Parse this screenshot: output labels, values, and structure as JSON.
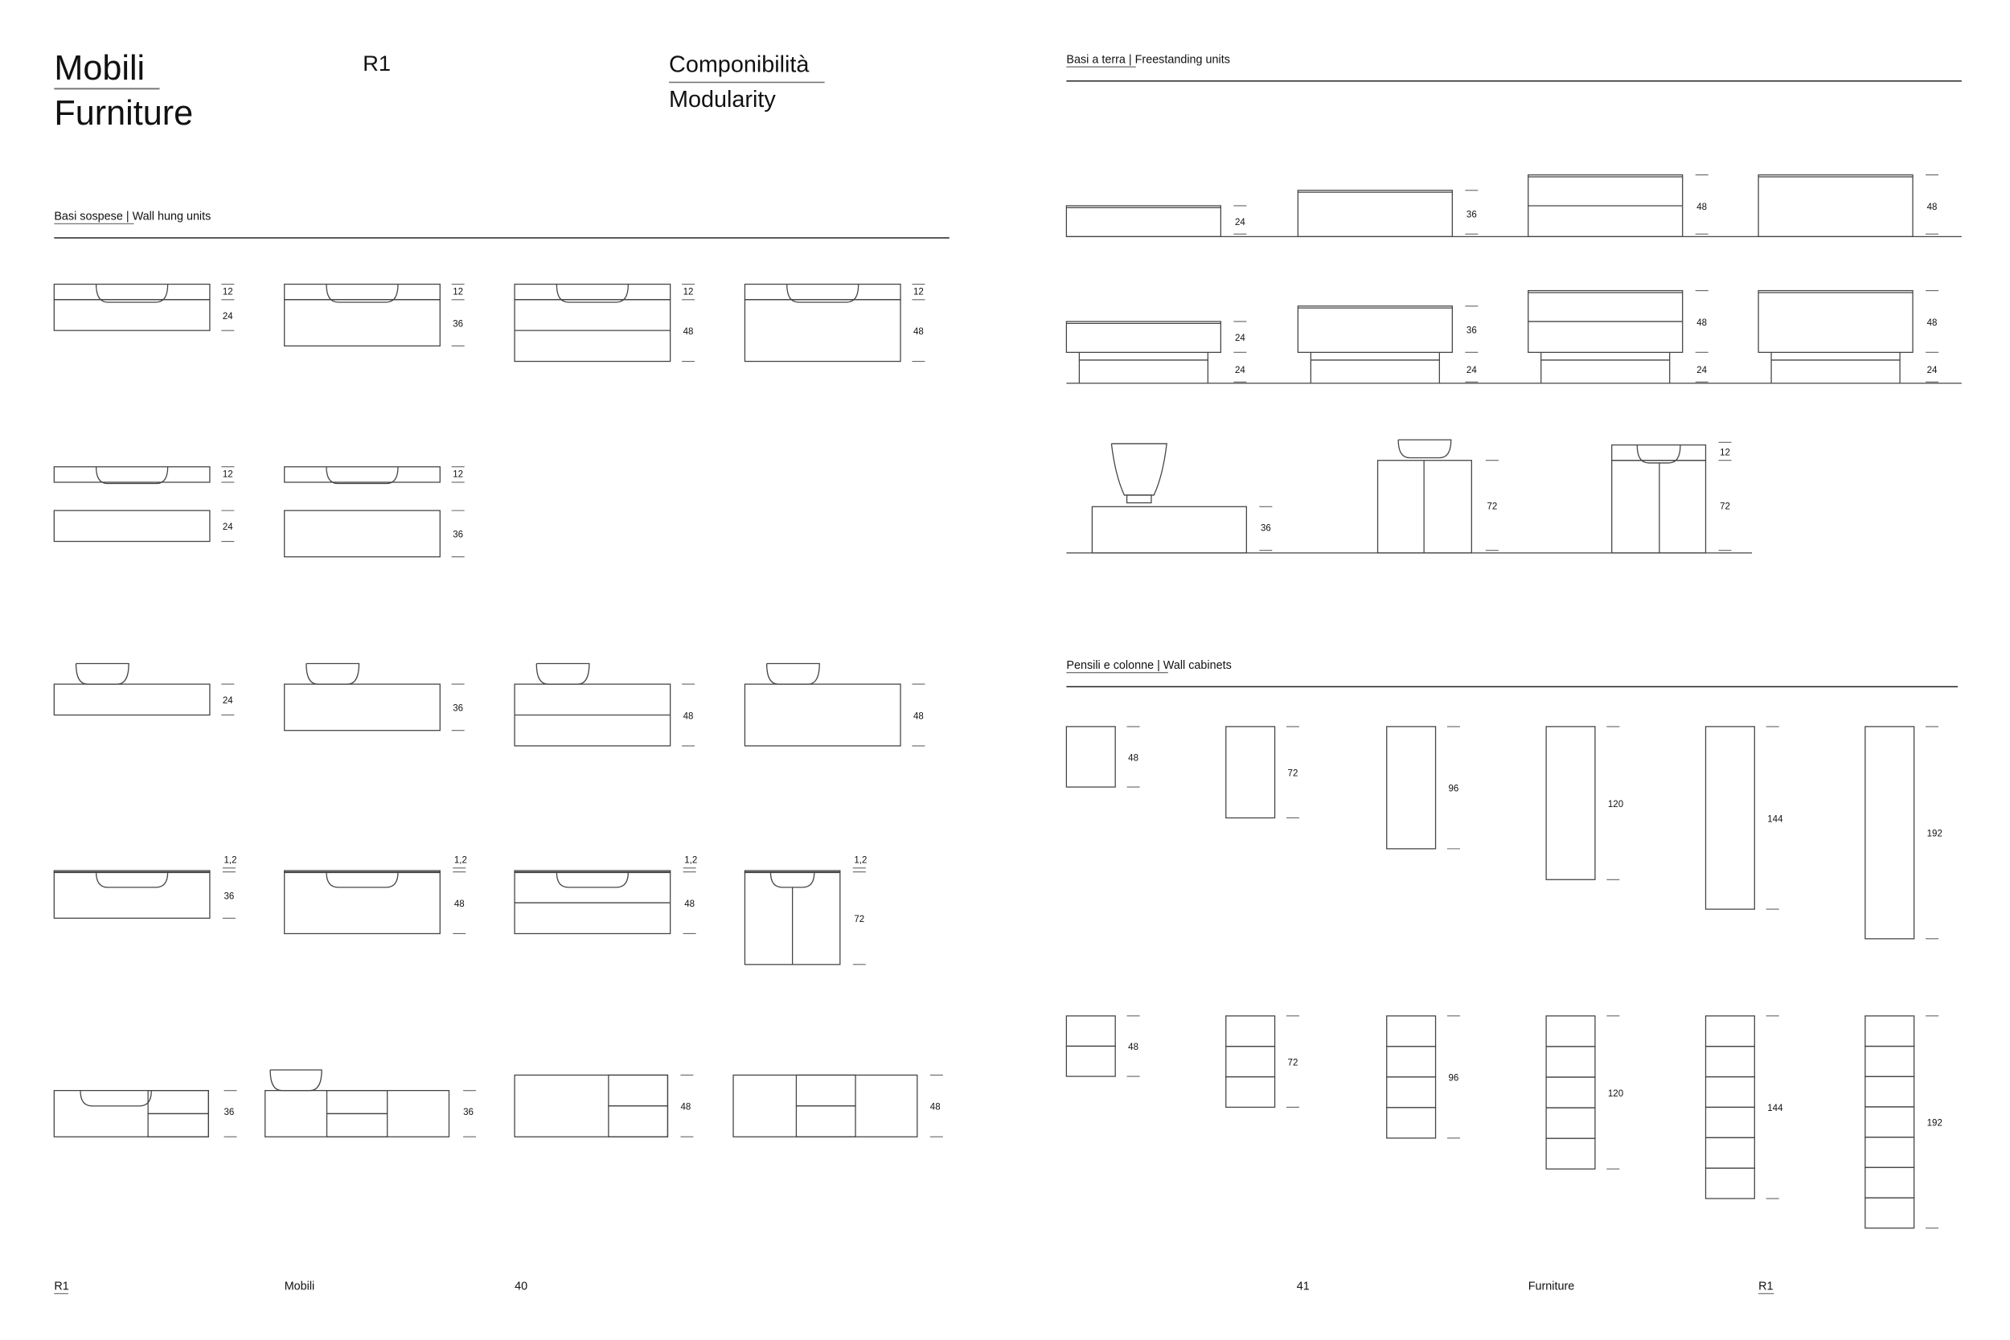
{
  "header": {
    "title_it": "Mobili",
    "title_en": "Furniture",
    "model": "R1",
    "subtitle_it": "Componibilità",
    "subtitle_en": "Modularity"
  },
  "wall_hung": {
    "title_it": "Basi sospese",
    "title_en": "| Wall hung units",
    "rows": [
      [
        [
          "12",
          "24"
        ],
        [
          "12",
          "36"
        ],
        [
          "12",
          "48"
        ],
        [
          "12",
          "48"
        ]
      ],
      [
        [
          "12",
          "24"
        ],
        [
          "12",
          "36"
        ]
      ],
      [
        [
          "24"
        ],
        [
          "36"
        ],
        [
          "48"
        ],
        [
          "48"
        ]
      ],
      [
        [
          "1,2",
          "36"
        ],
        [
          "1,2",
          "48"
        ],
        [
          "1,2",
          "48"
        ],
        [
          "1,2",
          "72"
        ]
      ],
      [
        [
          "36"
        ],
        [
          "36"
        ],
        [
          "48"
        ],
        [
          "48"
        ]
      ]
    ]
  },
  "freestanding": {
    "title_it": "Basi a terra",
    "title_en": "| Freestanding units",
    "rows": [
      [
        [
          "24"
        ],
        [
          "36"
        ],
        [
          "48"
        ],
        [
          "48"
        ]
      ],
      [
        [
          "24",
          "24"
        ],
        [
          "36",
          "24"
        ],
        [
          "48",
          "24"
        ],
        [
          "48",
          "24"
        ]
      ],
      [
        [
          "36"
        ],
        [
          "72"
        ],
        [
          "12",
          "72"
        ]
      ]
    ]
  },
  "wall_cabinets": {
    "title_it": "Pensili e colonne",
    "title_en": "| Wall cabinets",
    "rows": [
      [
        "48",
        "72",
        "96",
        "120",
        "144",
        "192"
      ],
      [
        "48",
        "72",
        "96",
        "120",
        "144",
        "192"
      ]
    ]
  },
  "footer": {
    "left": {
      "model": "R1",
      "section": "Mobili",
      "page": "40"
    },
    "right": {
      "page": "41",
      "section": "Furniture",
      "model": "R1"
    }
  }
}
